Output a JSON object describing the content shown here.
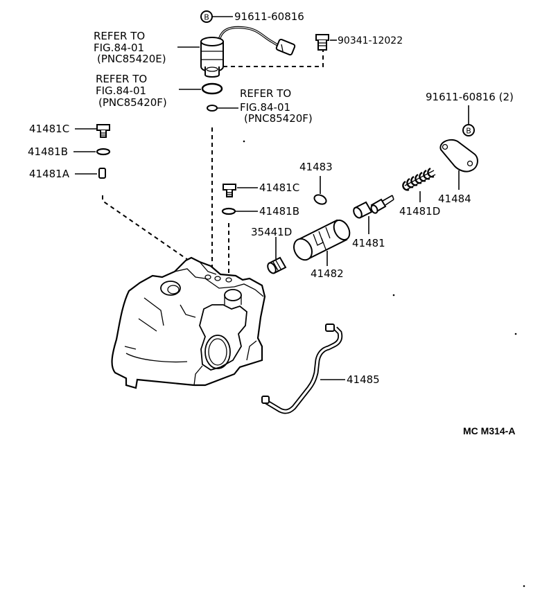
{
  "labels": {
    "bolt_top": "91611-60816",
    "bolt_top_marker": "B",
    "plug_right": "90341-12022",
    "refer1": [
      "REFER TO",
      "FIG.84-01",
      "(PNC85420E)"
    ],
    "refer2": [
      "REFER TO",
      "FIG.84-01",
      "(PNC85420F)"
    ],
    "refer3": [
      "REFER TO",
      "FIG.84-01",
      "(PNC85420F)"
    ],
    "bolt_right": "91611-60816 (2)",
    "bolt_right_marker": "B",
    "p41481C_left": "41481C",
    "p41481B_left": "41481B",
    "p41481A": "41481A",
    "p41483": "41483",
    "p41481C_mid": "41481C",
    "p41481B_mid": "41481B",
    "p35441D": "35441D",
    "p41482": "41482",
    "p41481": "41481",
    "p41481D": "41481D",
    "p41484": "41484",
    "p41485": "41485",
    "figure_code": "MC M314-A"
  }
}
